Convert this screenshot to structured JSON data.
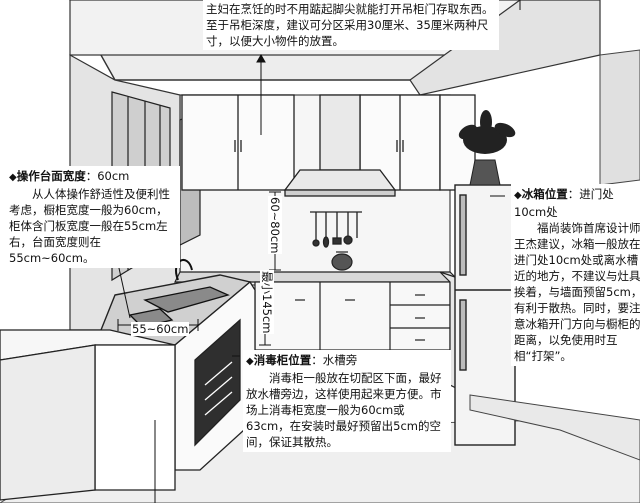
{
  "annotations": {
    "top": {
      "text": "主妇在烹饪的时不用踮起脚尖就能打开吊柜门存取东西。至于吊柜深度，建议可分区采用30厘米、35厘米两种尺寸，以便大小物件的放置。"
    },
    "countertop_width": {
      "title": "操作台面宽度",
      "value": "：60cm",
      "body": "从人体操作舒适性及便利性考虑，橱柜宽度一般为60cm，柜体含门板宽度一般在55cm左右，台面宽度则在55cm~60cm。"
    },
    "fridge_position": {
      "title": "冰箱位置",
      "value": "：进门处10cm处",
      "body": "福尚装饰首席设计师王杰建议，冰箱一般放在进门处10cm处或离水槽近的地方，不建议与灶具挨着，与墙面预留5cm，有利于散热。同时，要注意冰箱开门方向与橱柜的距离，以免使用时互相“打架”。"
    },
    "sterilizer_position": {
      "title": "消毒柜位置",
      "value": "：水槽旁",
      "body": "消毒柜一般放在切配区下面，最好放水槽旁边，这样使用起来更方便。市场上消毒柜宽度一般为60cm或63cm，在安装时最好预留出5cm的空间，保证其散热。"
    }
  },
  "dimensions": {
    "wall_cabinet_gap": "60~80cm",
    "counter_to_hood": "最小145cm",
    "counter_depth": "55~60cm"
  },
  "icons": {
    "pointer": "◆"
  }
}
